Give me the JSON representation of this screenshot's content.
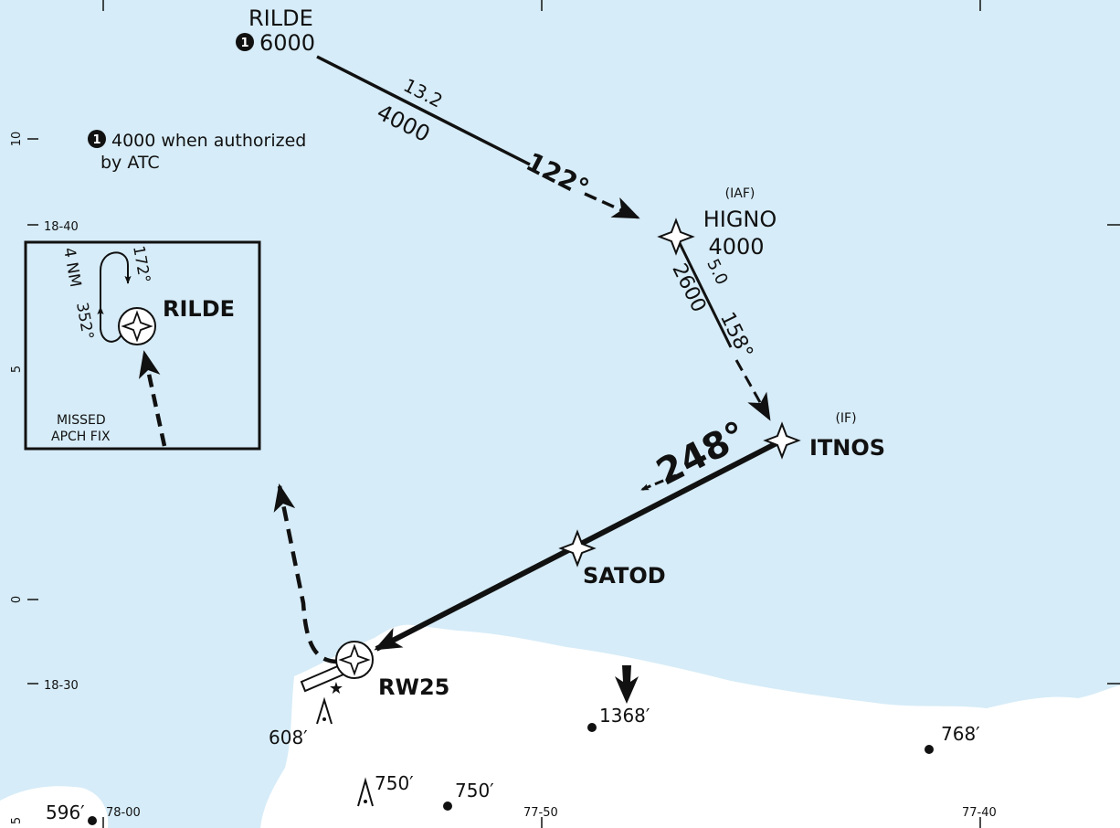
{
  "fixes": {
    "rilde": {
      "name": "RILDE",
      "altitude": "6000",
      "note_marker": "1"
    },
    "higno": {
      "role": "(IAF)",
      "name": "HIGNO",
      "altitude": "4000"
    },
    "itnos": {
      "role": "(IF)",
      "name": "ITNOS"
    },
    "satod": {
      "name": "SATOD"
    },
    "rw25": {
      "name": "RW25"
    }
  },
  "note": {
    "marker": "1",
    "line1": "4000 when authorized",
    "line2": "by ATC"
  },
  "legs": {
    "rilde_higno": {
      "distance": "13.2",
      "min_altitude": "4000",
      "course": "122°"
    },
    "higno_itnos": {
      "distance": "5.0",
      "min_altitude": "2600",
      "course": "158°"
    },
    "final": {
      "course": "248°"
    }
  },
  "inset": {
    "fix": "RILDE",
    "outbound_course": "172°",
    "inbound_course": "352°",
    "leg_length": "4 NM",
    "label_line1": "MISSED",
    "label_line2": "APCH FIX"
  },
  "spot_elevations": [
    "1368′",
    "768′",
    "608′",
    "750′",
    "750′",
    "596′"
  ],
  "grid_labels": {
    "lat_18_40": "18-40",
    "lat_18_30": "18-30",
    "lon_78_00": "78-00",
    "lon_77_50": "77-50",
    "lon_77_40": "77-40"
  },
  "scale_labels": [
    "10",
    "5",
    "0",
    "5"
  ],
  "colors": {
    "water": "#d6ecf8",
    "land": "#ffffff",
    "ink": "#111111"
  }
}
